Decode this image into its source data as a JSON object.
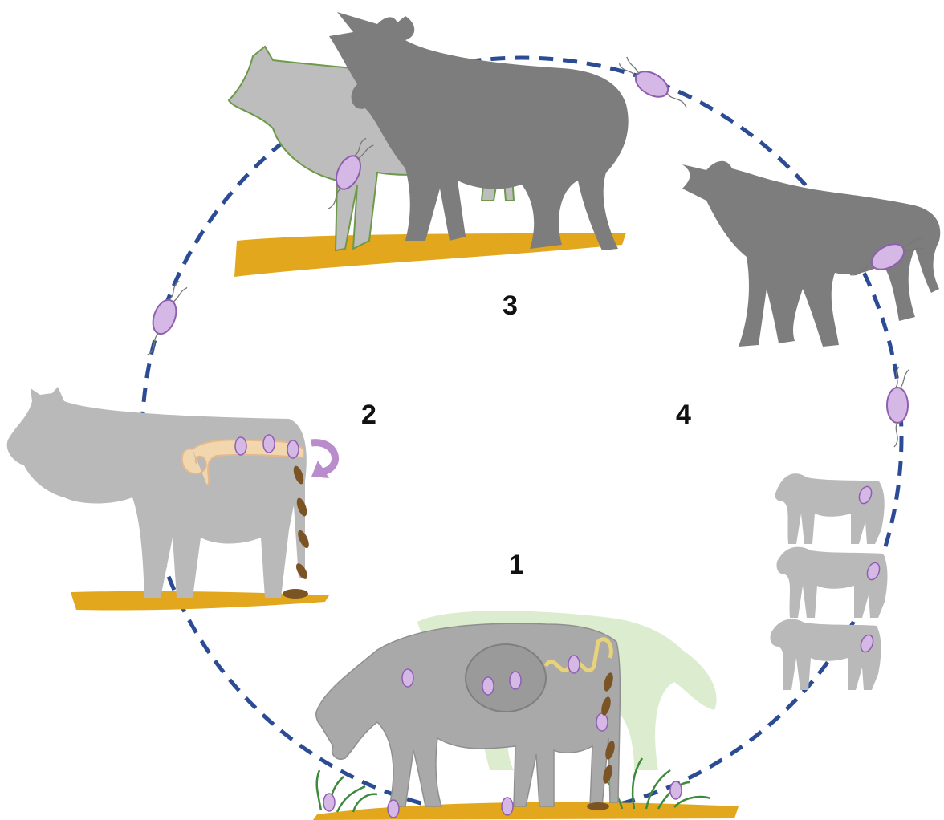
{
  "diagram": {
    "step_labels": [
      "1",
      "2",
      "3",
      "4"
    ],
    "colors": {
      "cycle_line": "#2b4c94",
      "ground": "#e2a71d",
      "cow_light": "#b9b9b9",
      "bull_dark": "#7a7a7a",
      "parasite": "#c9a5dd",
      "parasite_edge": "#8e5fb0",
      "feces": "#7a5424",
      "grass": "#3d8a3d",
      "intestine": "#f2d7ae",
      "arrow": "#b98ccc",
      "cow_outline_green": "#6d9a4a",
      "ghost_bull": "#cfe6bf"
    }
  }
}
